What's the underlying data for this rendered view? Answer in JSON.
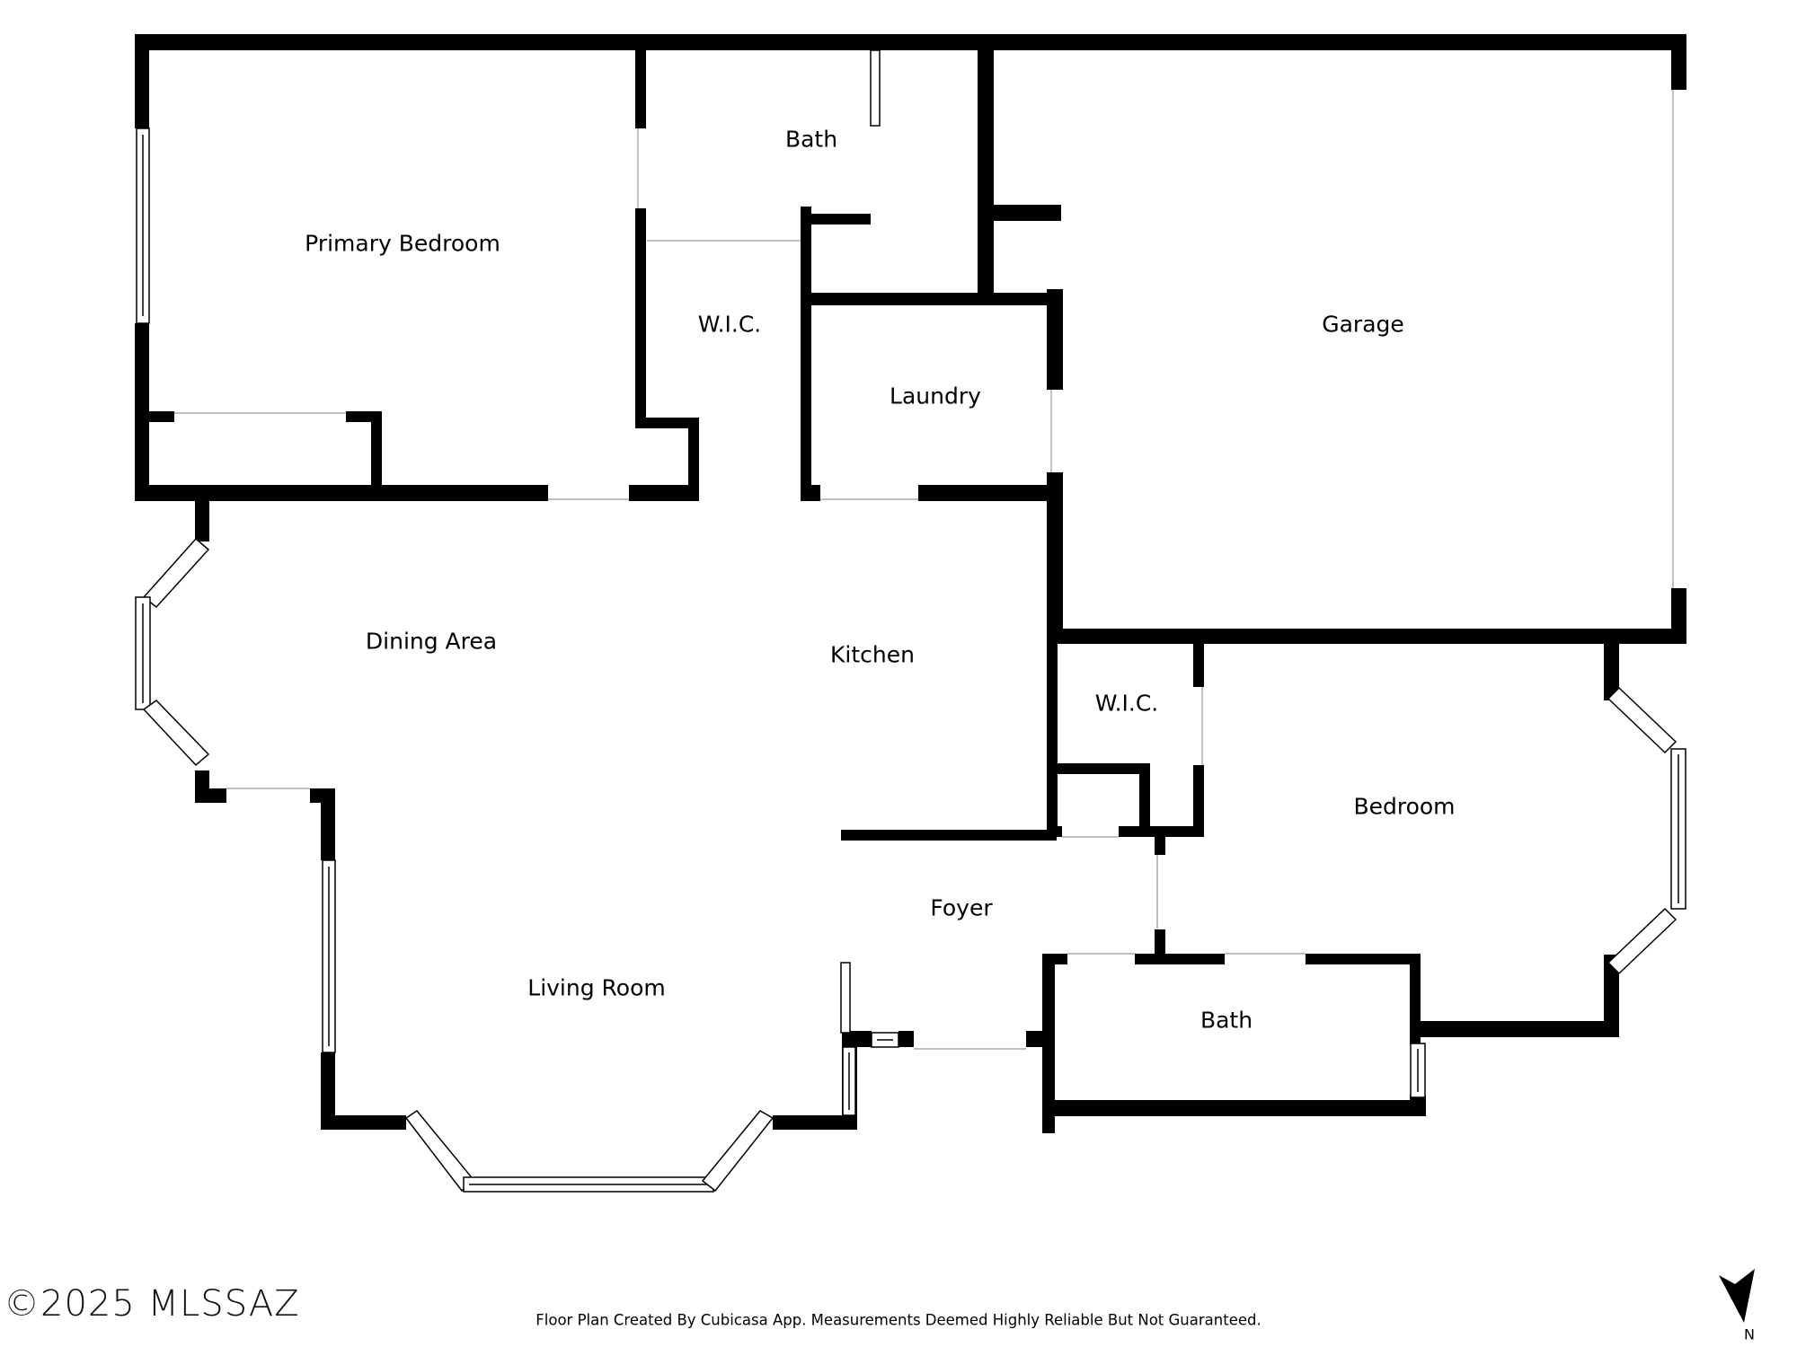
{
  "rooms": {
    "primary_bedroom": "Primary Bedroom",
    "primary_bath": "Bath",
    "primary_wic": "W.I.C.",
    "laundry": "Laundry",
    "garage": "Garage",
    "dining_area": "Dining Area",
    "kitchen": "Kitchen",
    "wic_2": "W.I.C.",
    "bedroom": "Bedroom",
    "foyer": "Foyer",
    "living_room": "Living Room",
    "bath_2": "Bath"
  },
  "footer": {
    "copyright": "©2025 MLSSAZ",
    "disclaimer": "Floor Plan Created By Cubicasa App. Measurements Deemed Highly Reliable But Not Guaranteed."
  },
  "compass": {
    "icon": "north-arrow-icon",
    "label": "N"
  },
  "colors": {
    "wall": "#000000",
    "background": "#ffffff",
    "opening_line": "#9a9a9a"
  }
}
